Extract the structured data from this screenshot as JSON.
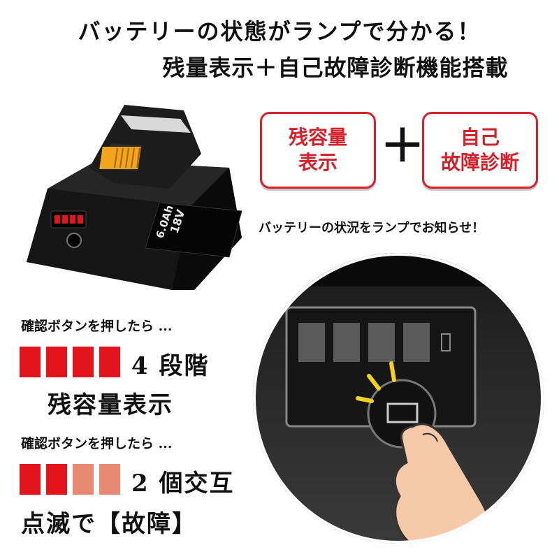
{
  "headline": {
    "line1": "バッテリーの状態がランプで分かる！",
    "line2": "残量表示＋自己故障診断機能搭載"
  },
  "badges": {
    "left": [
      "残容量",
      "表示"
    ],
    "plus": "＋",
    "right": [
      "自己",
      "故障診断"
    ]
  },
  "subcaption": "バッテリーの状況をランプでお知らせ！",
  "battery_label": {
    "capacity": "6.0Ah",
    "voltage": "18V"
  },
  "colors": {
    "accent_red": "#e3141b",
    "faded_red": "#e88a72",
    "badge_border": "#d6202a"
  },
  "section1": {
    "lead": "確認ボタンを押したら ...",
    "bars": [
      "full",
      "full",
      "full",
      "full"
    ],
    "result_line1": "4 段階",
    "result_line2": "残容量表示"
  },
  "section2": {
    "lead": "確認ボタンを押したら ...",
    "bars": [
      "full",
      "full",
      "faded",
      "faded"
    ],
    "result_line1": "2 個交互",
    "result_line2": "点滅で【故障】"
  }
}
